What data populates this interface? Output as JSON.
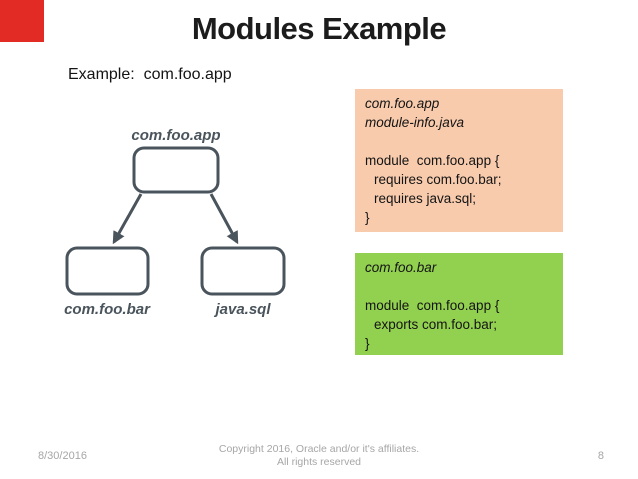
{
  "slide": {
    "title": "Modules Example",
    "subtitle": "Example:  com.foo.app"
  },
  "diagram": {
    "top_node_label": "com.foo.app",
    "left_node_label": "com.foo.bar",
    "right_node_label": "java.sql"
  },
  "code_boxes": {
    "app": {
      "lines": [
        "com.foo.app",
        "module-info.java",
        "",
        "module  com.foo.app {",
        "requires com.foo.bar;",
        "requires java.sql;",
        "}"
      ]
    },
    "bar": {
      "lines": [
        "com.foo.bar",
        "",
        "module  com.foo.app {",
        "exports com.foo.bar;",
        "}"
      ]
    }
  },
  "footer": {
    "date": "8/30/2016",
    "copyright_line1": "Copyright 2016, Oracle and/or it's affiliates.",
    "copyright_line2": "All rights reserved",
    "page_number": "8"
  },
  "colors": {
    "accent_red": "#e32b25",
    "diagram_stroke": "#4a545c",
    "code_bg_orange": "#f8cbad",
    "code_bg_green": "#92d050",
    "footer_gray": "#a6a6a6"
  }
}
